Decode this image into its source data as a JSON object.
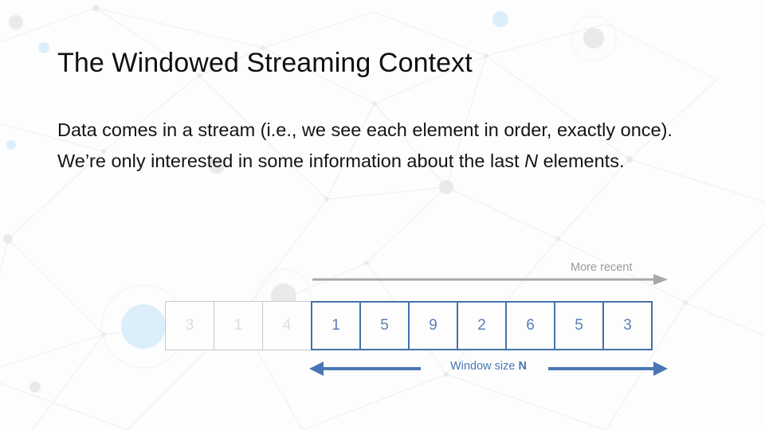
{
  "slide": {
    "title": "The Windowed Streaming Context",
    "background_color": "#fdfdfd",
    "accent_blue": "#4472a8",
    "muted_gray": "#9a9a9a",
    "faded_gray": "#dedede"
  },
  "body": {
    "paragraphs": [
      {
        "lead": "Data comes in a stream (i.e., we see each element in order, exactly once)."
      },
      {
        "before": "We’re only interested in some information about the last ",
        "variable": "N",
        "after": " elements."
      }
    ]
  },
  "diagram": {
    "more_recent_label": "More recent",
    "window_size_label_prefix": "Window size ",
    "window_size_variable": "N",
    "past_cells": [
      {
        "value": "3"
      },
      {
        "value": "1"
      },
      {
        "value": "4"
      }
    ],
    "window_cells": [
      {
        "value": "1"
      },
      {
        "value": "5"
      },
      {
        "value": "9"
      },
      {
        "value": "2"
      },
      {
        "value": "6"
      },
      {
        "value": "5"
      },
      {
        "value": "3"
      }
    ]
  }
}
